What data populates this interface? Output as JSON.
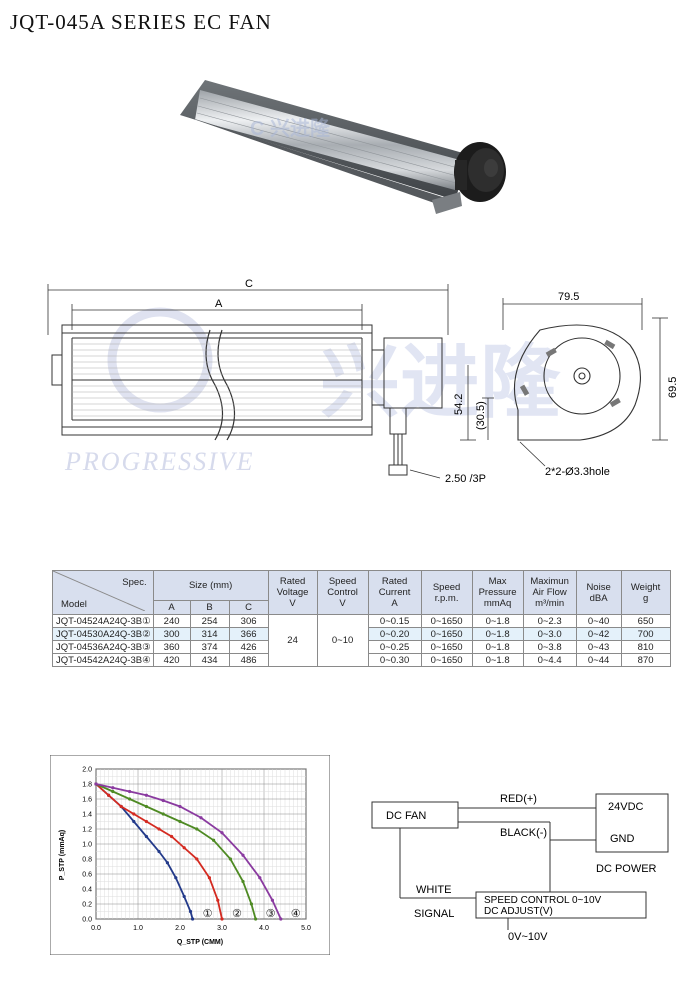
{
  "title": "JQT-045A SERIES EC FAN",
  "drawing": {
    "label_c": "C",
    "label_a": "A",
    "brand": "PROGRESSIVE",
    "wire_note": "2.50 /3P",
    "dim_width": "79.5",
    "dim_height": "69.5",
    "dim_54": "54.2",
    "dim_30": "(30.5)",
    "hole_note": "2*2-Ø3.3hole"
  },
  "table": {
    "spec_label": "Spec.",
    "model_label": "Model",
    "size_label": "Size (mm)",
    "col_a": "A",
    "col_b": "B",
    "col_c": "C",
    "rated_voltage": [
      "Rated",
      "Voltage",
      "V"
    ],
    "speed_control": [
      "Speed",
      "Control",
      "V"
    ],
    "rated_current": [
      "Rated",
      "Current",
      "A"
    ],
    "speed": [
      "Speed",
      "r.p.m."
    ],
    "max_pressure": [
      "Max",
      "Pressure",
      "mmAq"
    ],
    "max_air_flow": [
      "Maximun",
      "Air Flow",
      "m³/min"
    ],
    "noise": [
      "Noise",
      "dBA"
    ],
    "weight": [
      "Weight",
      "g"
    ],
    "voltage_value": "24",
    "control_value": "0~10",
    "rows": [
      {
        "model": "JQT-04524A24Q-3B①",
        "a": "240",
        "b": "254",
        "c": "306",
        "current": "0~0.15",
        "speed": "0~1650",
        "pressure": "0~1.8",
        "airflow": "0~2.3",
        "noise": "0~40",
        "weight": "650"
      },
      {
        "model": "JQT-04530A24Q-3B②",
        "a": "300",
        "b": "314",
        "c": "366",
        "current": "0~0.20",
        "speed": "0~1650",
        "pressure": "0~1.8",
        "airflow": "0~3.0",
        "noise": "0~42",
        "weight": "700"
      },
      {
        "model": "JQT-04536A24Q-3B③",
        "a": "360",
        "b": "374",
        "c": "426",
        "current": "0~0.25",
        "speed": "0~1650",
        "pressure": "0~1.8",
        "airflow": "0~3.8",
        "noise": "0~43",
        "weight": "810"
      },
      {
        "model": "JQT-04542A24Q-3B④",
        "a": "420",
        "b": "434",
        "c": "486",
        "current": "0~0.30",
        "speed": "0~1650",
        "pressure": "0~1.8",
        "airflow": "0~4.4",
        "noise": "0~44",
        "weight": "870"
      }
    ]
  },
  "chart_data": {
    "type": "line",
    "xlabel": "Q_STP (CMM)",
    "ylabel": "P_STP (mmAq)",
    "xlim": [
      0,
      5
    ],
    "ylim": [
      0,
      2
    ],
    "x_ticks": [
      "0.0",
      "1.0",
      "2.0",
      "3.0",
      "4.0",
      "5.0"
    ],
    "y_ticks": [
      "0.0",
      "0.2",
      "0.4",
      "0.6",
      "0.8",
      "1.0",
      "1.2",
      "1.4",
      "1.6",
      "1.8",
      "2.0"
    ],
    "series": [
      {
        "name": "①",
        "color": "#233a8a",
        "x": [
          0,
          0.3,
          0.6,
          0.9,
          1.2,
          1.5,
          1.7,
          1.9,
          2.1,
          2.25,
          2.3
        ],
        "y": [
          1.8,
          1.65,
          1.5,
          1.3,
          1.1,
          0.9,
          0.75,
          0.55,
          0.3,
          0.1,
          0
        ]
      },
      {
        "name": "②",
        "color": "#d42a20",
        "x": [
          0,
          0.3,
          0.6,
          0.9,
          1.2,
          1.5,
          1.8,
          2.1,
          2.4,
          2.7,
          2.9,
          3.0
        ],
        "y": [
          1.8,
          1.65,
          1.5,
          1.4,
          1.3,
          1.2,
          1.1,
          0.95,
          0.8,
          0.55,
          0.25,
          0
        ]
      },
      {
        "name": "③",
        "color": "#4e8a23",
        "x": [
          0,
          0.4,
          0.8,
          1.2,
          1.6,
          2.0,
          2.4,
          2.8,
          3.2,
          3.5,
          3.7,
          3.8
        ],
        "y": [
          1.8,
          1.7,
          1.6,
          1.5,
          1.4,
          1.3,
          1.2,
          1.05,
          0.8,
          0.5,
          0.2,
          0
        ]
      },
      {
        "name": "④",
        "color": "#8a3aa0",
        "x": [
          0,
          0.4,
          0.8,
          1.2,
          1.6,
          2.0,
          2.5,
          3.0,
          3.5,
          3.9,
          4.2,
          4.4
        ],
        "y": [
          1.8,
          1.75,
          1.7,
          1.65,
          1.58,
          1.5,
          1.35,
          1.15,
          0.85,
          0.55,
          0.25,
          0
        ]
      }
    ],
    "point_labels": [
      "①",
      "②",
      "③",
      "④"
    ]
  },
  "wiring": {
    "dc_fan": "DC  FAN",
    "red": "RED(+)",
    "black": "BLACK(-)",
    "v24": "24VDC",
    "gnd": "GND",
    "dc_power": "DC  POWER",
    "white": "WHITE",
    "signal": "SIGNAL",
    "speed_control": "SPEED CONTROL 0~10V",
    "dc_adjust": "DC ADJUST(V)",
    "range": "0V~10V"
  }
}
